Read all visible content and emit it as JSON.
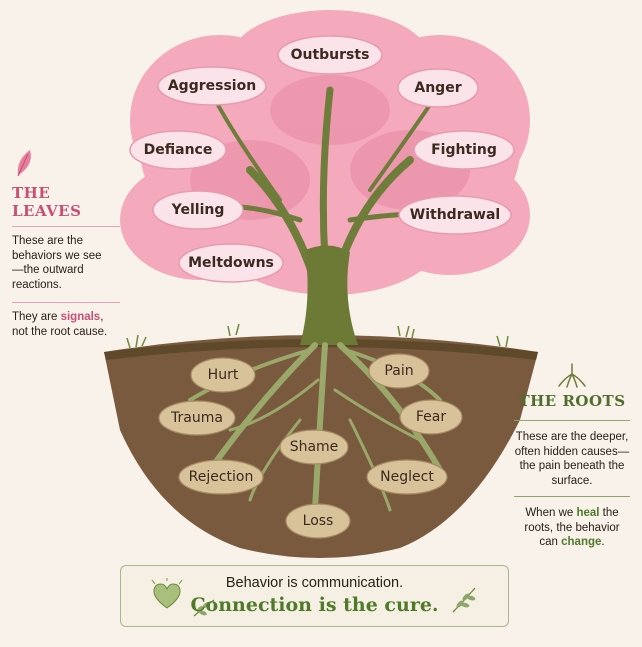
{
  "leaves": {
    "heading": "THE LEAVES",
    "description": "These are the behaviors we see—the outward reactions.",
    "note_before": "They are ",
    "note_highlight": "signals",
    "note_after": ", not the root cause.",
    "labels": [
      "Outbursts",
      "Aggression",
      "Anger",
      "Defiance",
      "Fighting",
      "Yelling",
      "Withdrawal",
      "Meltdowns"
    ]
  },
  "roots": {
    "heading": "THE ROOTS",
    "description": "These are the deeper, often hidden causes—the pain beneath the surface.",
    "note_before": "When we ",
    "note_highlight": "heal",
    "note_middle": " the roots, the behavior can ",
    "note_highlight2": "change",
    "note_after": ".",
    "labels": [
      "Hurt",
      "Pain",
      "Trauma",
      "Fear",
      "Shame",
      "Rejection",
      "Neglect",
      "Loss"
    ]
  },
  "banner": {
    "line1": "Behavior is communication.",
    "line2": "Connection is the cure."
  },
  "colors": {
    "leaf_pink": "#f4a9bd",
    "root_green": "#4f7a2a",
    "leaves_accent": "#c94f74"
  },
  "icons": [
    "leaf-icon",
    "roots-icon",
    "heart-icon",
    "sprig-icon"
  ]
}
